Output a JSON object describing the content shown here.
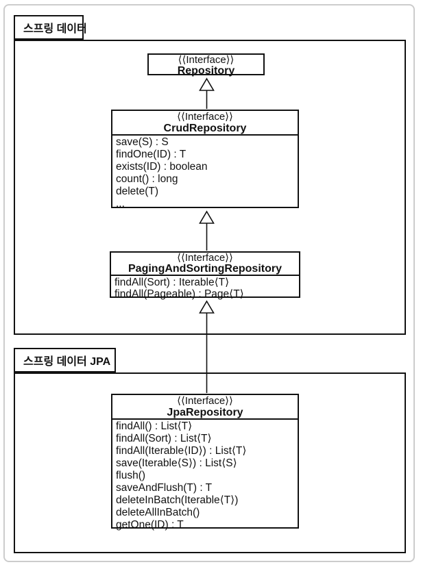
{
  "colors": {
    "line": "#111111",
    "frame_border": "#cccccc",
    "background": "#ffffff"
  },
  "packages": [
    {
      "label": "스프링 데이터",
      "classes": [
        {
          "stereotype": "⟨⟨Interface⟩⟩",
          "name": "Repository",
          "methods": []
        },
        {
          "stereotype": "⟨⟨Interface⟩⟩",
          "name": "CrudRepository",
          "methods": [
            "save(S) : S",
            "findOne(ID) : T",
            "exists(ID) : boolean",
            "count() : long",
            "delete(T)",
            "..."
          ]
        },
        {
          "stereotype": "⟨⟨Interface⟩⟩",
          "name": "PagingAndSortingRepository",
          "methods": [
            "findAll(Sort) : Iterable⟨T⟩",
            "findAll(Pageable) : Page⟨T⟩"
          ]
        }
      ]
    },
    {
      "label": "스프링 데이터 JPA",
      "classes": [
        {
          "stereotype": "⟨⟨Interface⟩⟩",
          "name": "JpaRepository",
          "methods": [
            "findAll() : List⟨T⟩",
            "findAll(Sort) : List⟨T⟩",
            "findAll(Iterable⟨ID⟩) : List⟨T⟩",
            "save(Iterable⟨S⟩) : List⟨S⟩",
            "flush()",
            "saveAndFlush(T) : T",
            "deleteInBatch(Iterable⟨T⟩)",
            "deleteAllInBatch()",
            "getOne(ID) : T"
          ]
        }
      ]
    }
  ]
}
